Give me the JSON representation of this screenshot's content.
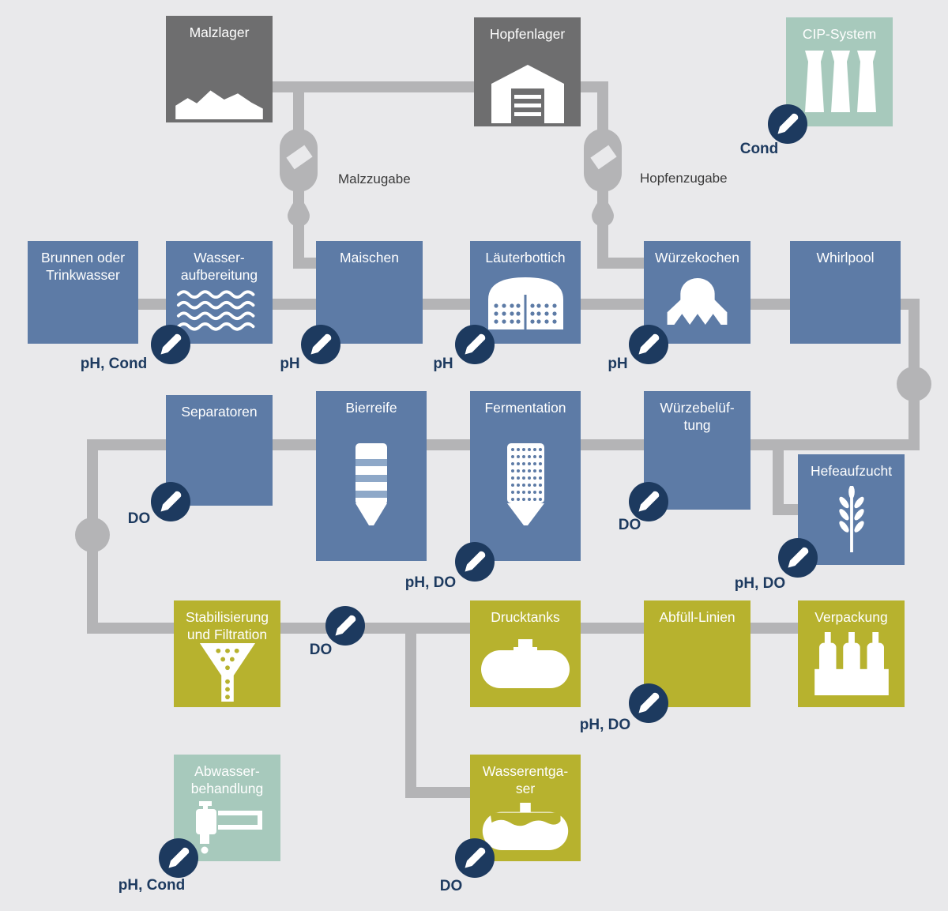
{
  "colors": {
    "background": "#e9e9eb",
    "storage_gray": "#6e6e6f",
    "process_blue": "#5d7ba6",
    "finishing_olive": "#b7b22e",
    "utility_teal": "#a7c9bc",
    "pipe_gray": "#b4b4b6",
    "sensor_navy": "#1d3a5f"
  },
  "nodes": {
    "malzlager": {
      "label": "Malzlager"
    },
    "hopfenlager": {
      "label": "Hopfenlager"
    },
    "cip": {
      "label": "CIP-System"
    },
    "brunnen": {
      "label": "Brunnen oder\nTrinkwasser"
    },
    "wasseraufbereitung": {
      "label": "Wasser-\naufbereitung"
    },
    "maischen": {
      "label": "Maischen"
    },
    "laeuterbottich": {
      "label": "Läuterbottich"
    },
    "wuerzekochen": {
      "label": "Würzekochen"
    },
    "whirlpool": {
      "label": "Whirlpool"
    },
    "separatoren": {
      "label": "Separatoren"
    },
    "bierreife": {
      "label": "Bierreife"
    },
    "fermentation": {
      "label": "Fermentation"
    },
    "wuerzebelueftung": {
      "label": "Würzebelüf-\ntung"
    },
    "hefeaufzucht": {
      "label": "Hefeaufzucht"
    },
    "stabilisierung": {
      "label": "Stabilisierung\nund Filtration"
    },
    "drucktanks": {
      "label": "Drucktanks"
    },
    "abfuelllinien": {
      "label": "Abfüll-Linien"
    },
    "verpackung": {
      "label": "Verpackung"
    },
    "abwasser": {
      "label": "Abwasser-\nbehandlung"
    },
    "wasserentgaser": {
      "label": "Wasserentga-\nser"
    }
  },
  "annotations": {
    "malzzugabe": {
      "label": "Malzzugabe"
    },
    "hopfenzugabe": {
      "label": "Hopfenzugabe"
    }
  },
  "sensors": {
    "cip": {
      "label": "Cond"
    },
    "wasseraufbereitung": {
      "label": "pH, Cond"
    },
    "maischen": {
      "label": "pH"
    },
    "laeuterbottich": {
      "label": "pH"
    },
    "wuerzekochen": {
      "label": "pH"
    },
    "separatoren": {
      "label": "DO"
    },
    "fermentation": {
      "label": "pH, DO"
    },
    "wuerzebelueftung": {
      "label": "DO"
    },
    "hefeaufzucht": {
      "label": "pH, DO"
    },
    "filtration_line": {
      "label": "DO"
    },
    "abfuelllinien": {
      "label": "pH, DO"
    },
    "abwasser": {
      "label": "pH, Cond"
    },
    "wasserentgaser": {
      "label": "DO"
    }
  }
}
